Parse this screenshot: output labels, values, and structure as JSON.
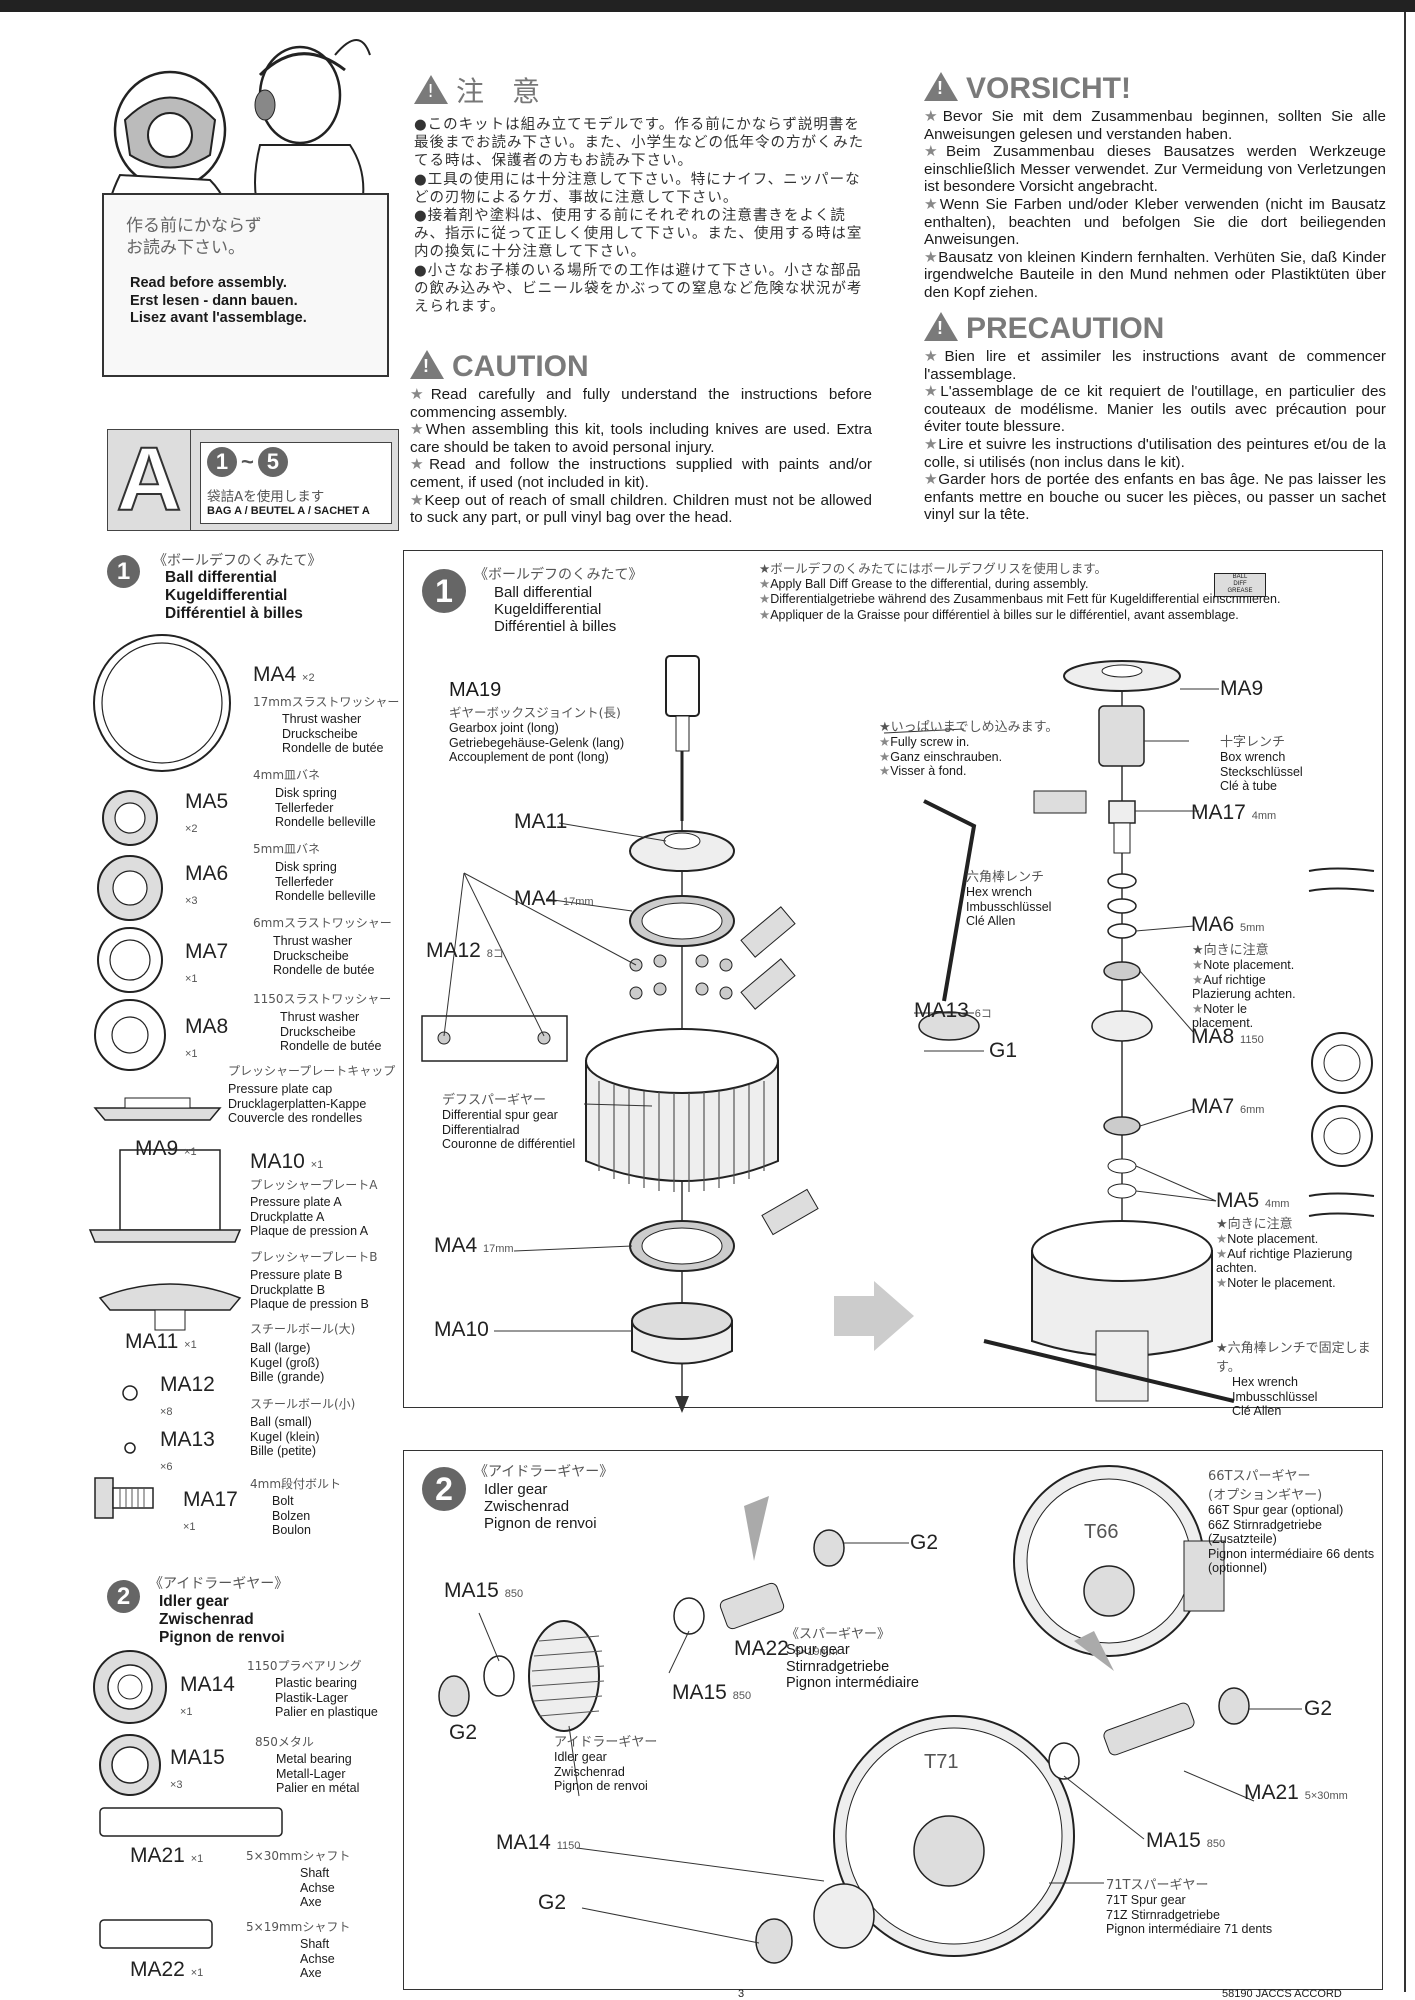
{
  "header": {
    "intro_jp": [
      "作る前にかならず",
      "お読み下さい。"
    ],
    "intro_en": "Read before assembly.",
    "intro_de": "Erst lesen - dann bauen.",
    "intro_fr": "Lisez avant l'assemblage."
  },
  "chui": {
    "title": "注　意",
    "items": [
      "このキットは組み立てモデルです。作る前にかならず説明書を最後までお読み下さい。また、小学生などの低年令の方がくみたてる時は、保護者の方もお読み下さい。",
      "工具の使用には十分注意して下さい。特にナイフ、ニッパーなどの刃物によるケガ、事故に注意して下さい。",
      "接着剤や塗料は、使用する前にそれぞれの注意書きをよく読み、指示に従って正しく使用して下さい。また、使用する時は室内の換気に十分注意して下さい。",
      "小さなお子様のいる場所での工作は避けて下さい。小さな部品の飲み込みや、ビニール袋をかぶっての窒息など危険な状況が考えられます。"
    ]
  },
  "caution": {
    "title": "CAUTION",
    "items": [
      "Read carefully and fully understand the instructions before commencing assembly.",
      "When assembling this kit, tools including knives are used. Extra care should be taken to avoid personal injury.",
      "Read and follow the instructions supplied with paints and/or cement, if used (not included in kit).",
      "Keep out of reach of small children. Children must not be allowed to suck any part, or pull vinyl bag over the head."
    ]
  },
  "vorsicht": {
    "title": "VORSICHT!",
    "items": [
      "Bevor Sie mit dem Zusammenbau beginnen, sollten Sie alle Anweisungen gelesen und verstanden haben.",
      "Beim Zusammenbau dieses Bausatzes werden Werkzeuge einschließlich Messer verwendet. Zur Vermeidung von Verletzungen ist besondere Vorsicht angebracht.",
      "Wenn Sie Farben und/oder Kleber verwenden (nicht im Bausatz enthalten), beachten und befolgen Sie die dort beiliegenden Anweisungen.",
      "Bausatz von kleinen Kindern fernhalten. Verhüten Sie, daß Kinder irgendwelche Bauteile in den Mund nehmen oder Plastiktüten über den Kopf ziehen."
    ]
  },
  "precaution": {
    "title": "PRECAUTION",
    "items": [
      "Bien lire et assimiler les instructions avant de commencer l'assemblage.",
      "L'assemblage de ce kit requiert de l'outillage, en particulier des couteaux de modélisme. Manier les outils avec précaution pour éviter toute blessure.",
      "Lire et suivre les instructions d'utilisation des peintures et/ou de la colle, si utilisés (non inclus dans le kit).",
      "Garder hors de portée des enfants en bas âge. Ne pas laisser les enfants mettre en bouche ou sucer les pièces, ou passer un sachet vinyl sur la tête."
    ]
  },
  "bag": {
    "letter": "A",
    "from": "1",
    "tilde": "~",
    "to": "5",
    "jp": "袋詰Aを使用します",
    "label": "BAG A / BEUTEL A / SACHET A"
  },
  "step1_list": {
    "num": "1",
    "jp": "《ボールデフのくみたて》",
    "en": "Ball differential",
    "de": "Kugeldifferential",
    "fr": "Différentiel à billes"
  },
  "parts1": [
    {
      "code": "MA4",
      "qty": "×2",
      "jp": "17mmスラストワッシャー",
      "en": "Thrust washer",
      "de": "Druckscheibe",
      "fr": "Rondelle de butée"
    },
    {
      "code": "MA5",
      "qty": "×2",
      "jp": "4mm皿バネ",
      "en": "Disk spring",
      "de": "Tellerfeder",
      "fr": "Rondelle belleville"
    },
    {
      "code": "MA6",
      "qty": "×3",
      "jp": "5mm皿バネ",
      "en": "Disk spring",
      "de": "Tellerfeder",
      "fr": "Rondelle belleville"
    },
    {
      "code": "MA7",
      "qty": "×1",
      "jp": "6mmスラストワッシャー",
      "en": "Thrust washer",
      "de": "Druckscheibe",
      "fr": "Rondelle de butée"
    },
    {
      "code": "MA8",
      "qty": "×1",
      "jp": "1150スラストワッシャー",
      "en": "Thrust washer",
      "de": "Druckscheibe",
      "fr": "Rondelle de butée"
    },
    {
      "code": "MA9",
      "qty": "×1",
      "jp": "プレッシャープレートキャップ",
      "en": "Pressure plate cap",
      "de": "Drucklagerplatten-Kappe",
      "fr": "Couvercle des rondelles"
    },
    {
      "code": "MA10",
      "qty": "×1",
      "jp": "プレッシャープレートA",
      "en": "Pressure plate A",
      "de": "Druckplatte A",
      "fr": "Plaque de pression A"
    },
    {
      "code": "MA11",
      "qty": "×1",
      "jp": "プレッシャープレートB",
      "en": "Pressure plate B",
      "de": "Druckplatte B",
      "fr": "Plaque de pression B"
    },
    {
      "code": "MA12",
      "qty": "×8",
      "jp": "スチールボール(大)",
      "en": "Ball (large)",
      "de": "Kugel (groß)",
      "fr": "Bille (grande)"
    },
    {
      "code": "MA13",
      "qty": "×6",
      "jp": "スチールボール(小)",
      "en": "Ball (small)",
      "de": "Kugel (klein)",
      "fr": "Bille (petite)"
    },
    {
      "code": "MA17",
      "qty": "×1",
      "jp": "4mm段付ボルト",
      "en": "Bolt",
      "de": "Bolzen",
      "fr": "Boulon"
    }
  ],
  "step2_list": {
    "num": "2",
    "jp": "《アイドラーギヤー》",
    "en": "Idler gear",
    "de": "Zwischenrad",
    "fr": "Pignon de renvoi"
  },
  "parts2": [
    {
      "code": "MA14",
      "qty": "×1",
      "jp": "1150プラベアリング",
      "en": "Plastic bearing",
      "de": "Plastik-Lager",
      "fr": "Palier en plastique"
    },
    {
      "code": "MA15",
      "qty": "×3",
      "jp": "850メタル",
      "en": "Metal bearing",
      "de": "Metall-Lager",
      "fr": "Palier en métal"
    },
    {
      "code": "MA21",
      "qty": "×1",
      "jp": "5×30mmシャフト",
      "en": "Shaft",
      "de": "Achse",
      "fr": "Axe"
    },
    {
      "code": "MA22",
      "qty": "×1",
      "jp": "5×19mmシャフト",
      "en": "Shaft",
      "de": "Achse",
      "fr": "Axe"
    }
  ],
  "panel1": {
    "num": "1",
    "jp": "《ボールデフのくみたて》",
    "en": "Ball differential",
    "de": "Kugeldifferential",
    "fr": "Différentiel à billes",
    "grease_jp": "★ボールデフのくみたてにはボールデフグリスを使用します。",
    "grease": [
      "Apply Ball Diff Grease to the differential, during assembly.",
      "Differentialgetriebe während des Zusammenbaus mit Fett für Kugeldifferential einschmieren.",
      "Appliquer de la Graisse pour différentiel à billes sur le différentiel, avant assemblage."
    ],
    "ma19": {
      "code": "MA19",
      "jp": "ギヤーボックスジョイント(長)",
      "en": "Gearbox joint (long)",
      "de": "Getriebegehäuse-Gelenk (lang)",
      "fr": "Accouplement de pont (long)"
    },
    "screw": {
      "jp": "★いっぱいまでしめ込みます。",
      "en": "Fully screw in.",
      "de": "Ganz einschrauben.",
      "fr": "Visser à fond."
    },
    "boxwrench": {
      "jp": "十字レンチ",
      "en": "Box wrench",
      "de": "Steckschlüssel",
      "fr": "Clé à tube"
    },
    "hexwrench": {
      "jp": "六角棒レンチ",
      "en": "Hex wrench",
      "de": "Imbusschlüssel",
      "fr": "Clé Allen"
    },
    "spurgear": {
      "jp": "デフスパーギヤー",
      "en": "Differential spur gear",
      "de": "Differentialrad",
      "fr": "Couronne de différentiel"
    },
    "note1": {
      "jp": "★向きに注意",
      "en": "Note placement.",
      "de": "Auf richtige Plazierung achten.",
      "fr": "Noter le placement."
    },
    "note2": {
      "jp": "★向きに注意",
      "en": "Note placement.",
      "de": "Auf richtige Plazierung achten.",
      "fr": "Noter le placement."
    },
    "hexfix": {
      "jp": "★六角棒レンチで固定します。",
      "en": "Hex wrench",
      "de": "Imbusschlüssel",
      "fr": "Clé Allen"
    },
    "labels": {
      "ma11": "MA11",
      "ma4a": "MA4",
      "ma4a_sz": "17mm",
      "ma12": "MA12",
      "ma12_n": "8コ",
      "ma4b": "MA4",
      "ma4b_sz": "17mm",
      "ma10": "MA10",
      "ma9": "MA9",
      "ma17": "MA17",
      "ma17_sz": "4mm",
      "ma6": "MA6",
      "ma6_sz": "5mm",
      "ma13": "MA13",
      "ma13_n": "6コ",
      "g1": "G1",
      "ma8": "MA8",
      "ma8_sz": "1150",
      "ma7": "MA7",
      "ma7_sz": "6mm",
      "ma5": "MA5",
      "ma5_sz": "4mm"
    },
    "tube_text": [
      "BALL",
      "DIFF",
      "GREASE"
    ]
  },
  "panel2": {
    "num": "2",
    "jp": "《アイドラーギヤー》",
    "en": "Idler gear",
    "de": "Zwischenrad",
    "fr": "Pignon de renvoi",
    "opt": {
      "jp1": "66Tスパーギヤー",
      "jp2": "(オプションギヤー)",
      "en": "66T Spur gear (optional)",
      "de": "66Z Stirnradgetriebe (Zusatzteile)",
      "fr": "Pignon intermédiaire 66 dents (optionnel)"
    },
    "spur": {
      "jp": "《スパーギヤー》",
      "en": "Spur gear",
      "de": "Stirnradgetriebe",
      "fr": "Pignon intermédiaire"
    },
    "idler": {
      "jp": "アイドラーギヤー",
      "en": "Idler gear",
      "de": "Zwischenrad",
      "fr": "Pignon de renvoi"
    },
    "t71": {
      "jp": "71Tスパーギヤー",
      "en": "71T Spur gear",
      "de": "71Z Stirnradgetriebe",
      "fr": "Pignon intermédiaire 71 dents"
    },
    "gear66": "T66",
    "gear71": "T71",
    "labels": {
      "g2a": "G2",
      "ma15a": "MA15",
      "ma15a_sz": "850",
      "ma22": "MA22",
      "ma22_sz": "5×19mm",
      "ma15b": "MA15",
      "ma15b_sz": "850",
      "g2b": "G2",
      "g2c": "G2",
      "ma21": "MA21",
      "ma21_sz": "5×30mm",
      "ma15c": "MA15",
      "ma15c_sz": "850",
      "ma14": "MA14",
      "ma14_sz": "1150",
      "g2d": "G2"
    }
  },
  "footer": {
    "page": "3",
    "code": "58190 JACCS ACCORD"
  }
}
